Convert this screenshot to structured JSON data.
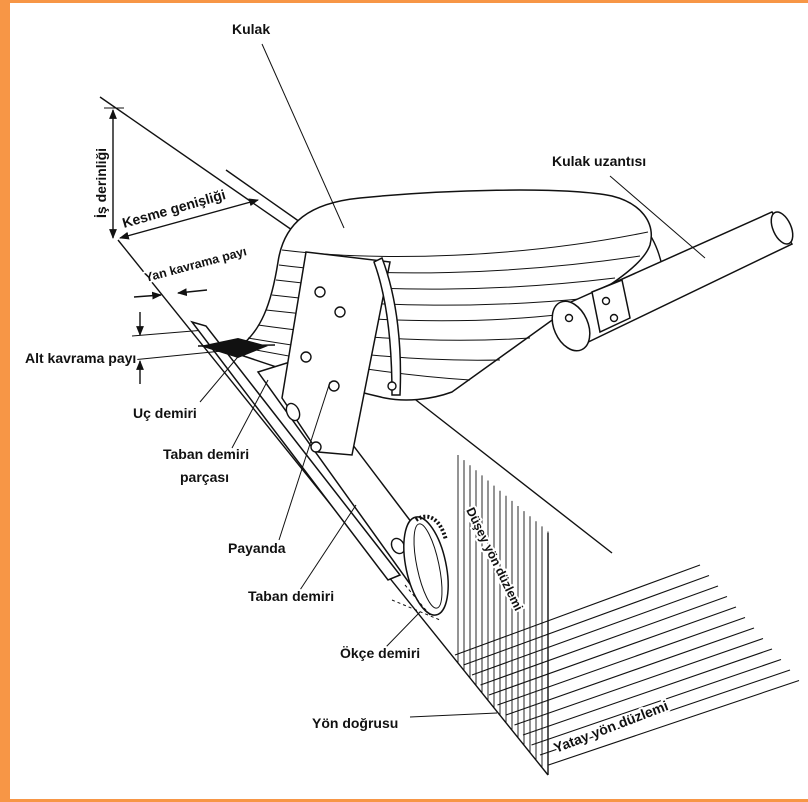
{
  "labels": {
    "kulak": "Kulak",
    "kulak_uzantisi": "Kulak uzantısı",
    "is_derinligi": "İş derinliği",
    "kesme_genisligi": "Kesme genişliği",
    "yan_kavrama_payi": "Yan kavrama payı",
    "alt_kavrama_payi": "Alt kavrama payı",
    "uc_demiri": "Uç demiri",
    "taban_demiri_parcasi": {
      "line1": "Taban demiri",
      "line2": "parçası"
    },
    "payanda": "Payanda",
    "taban_demiri": "Taban demiri",
    "okce_demiri": "Ökçe demiri",
    "yon_dogrusu": "Yön doğrusu",
    "dusey_yon_duzlemi": "Düşey yön düzlemi",
    "yatay_yon_duzlemi": "Yatay yön düzlemi"
  },
  "colors": {
    "frame": "#F79646",
    "ink": "#111111",
    "background": "#FFFFFF"
  }
}
